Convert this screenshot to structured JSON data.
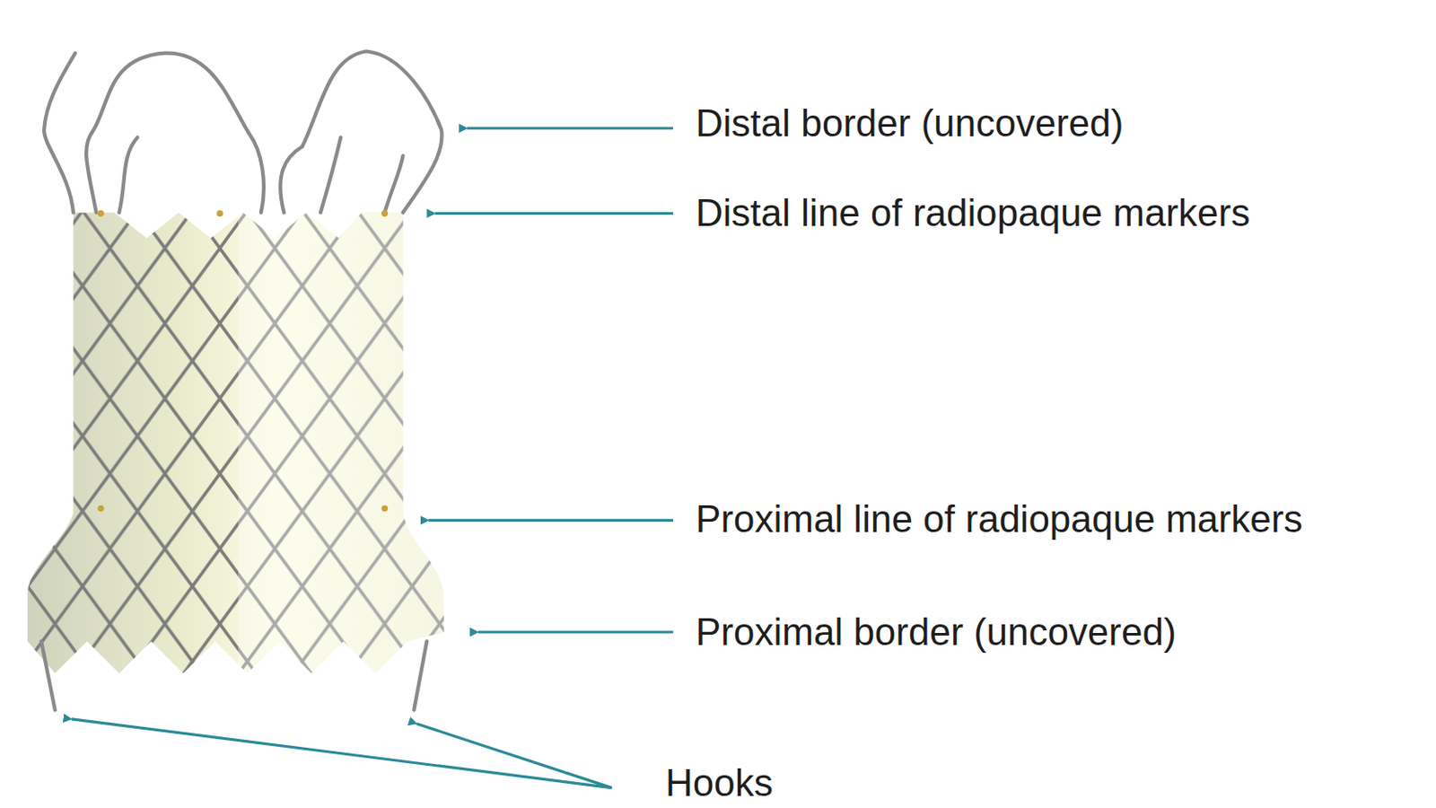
{
  "diagram": {
    "labels": [
      "Distal border (uncovered)",
      "Distal line of radiopaque markers",
      "Proximal line of radiopaque markers",
      "Proximal border (uncovered)",
      "Hooks"
    ]
  }
}
